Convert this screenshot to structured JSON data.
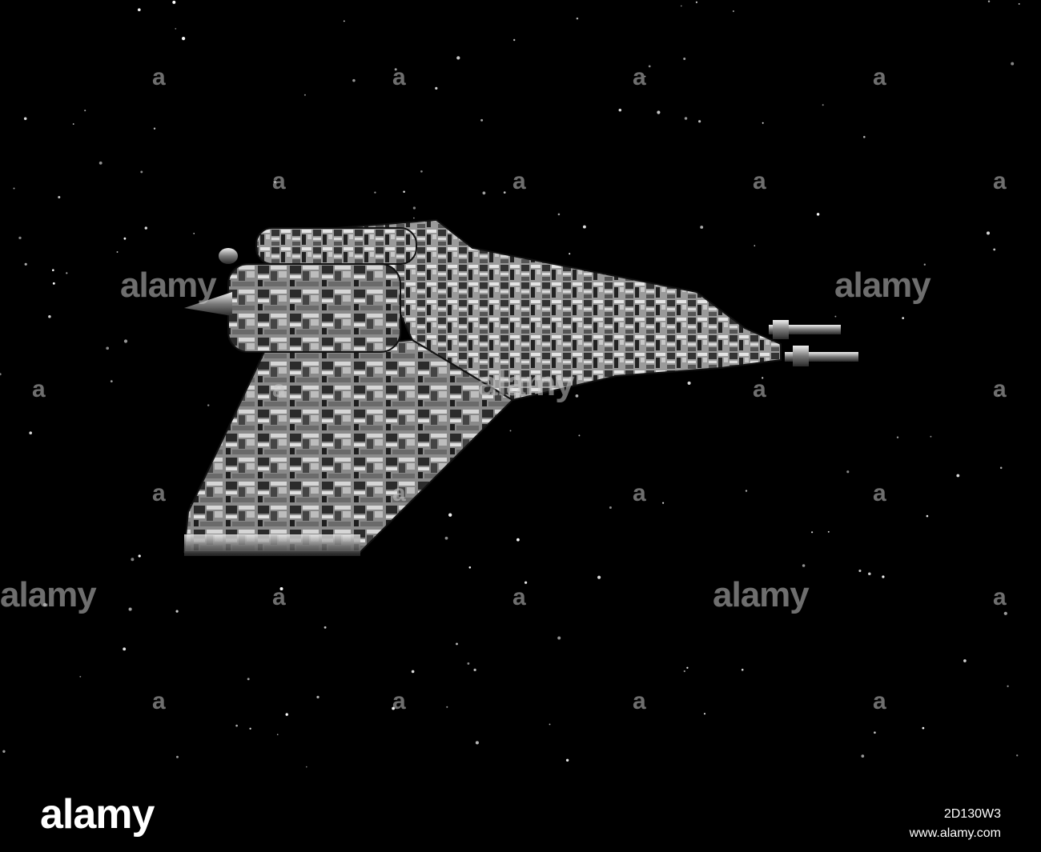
{
  "watermark": {
    "logo_text": "alamy",
    "small_mark": "a"
  },
  "footer": {
    "logo_text": "alamy",
    "image_id": "2D130W3",
    "url": "www.alamy.com"
  },
  "colors": {
    "background": "#000000",
    "hull_light": "#c9c9c9",
    "hull_dark": "#2a2a2a",
    "star": "#ffffff"
  }
}
